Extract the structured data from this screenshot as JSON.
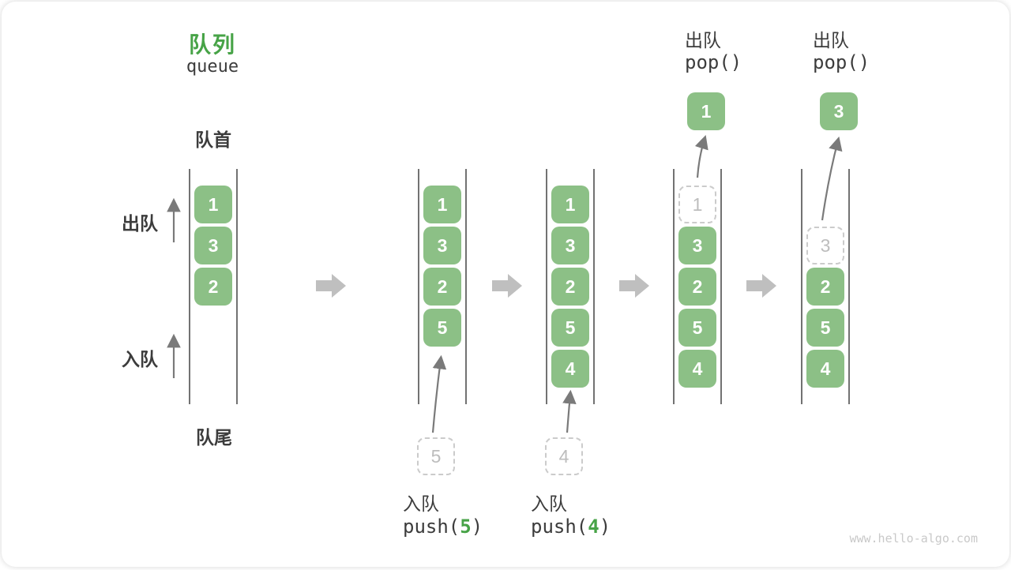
{
  "page": {
    "watermark": "www.hello-algo.com"
  },
  "title": {
    "zh": "队列",
    "en": "queue"
  },
  "side_labels": {
    "front": "队首",
    "rear": "队尾",
    "dequeue": "出队",
    "enqueue": "入队"
  },
  "colors": {
    "box_green": "#8CC086",
    "accent_green": "#47A347",
    "text_dark": "#3C3C3C",
    "column_line": "#4F4F4F",
    "thin_arrow": "#7A7A7A",
    "block_arrow": "#BFBFBF",
    "dashed_border": "#CBCBCB",
    "dashed_text": "#BDBDBD"
  },
  "queue_states": [
    {
      "name": "state-initial",
      "boxes": [
        {
          "row": 0,
          "value": "1",
          "style": "solid"
        },
        {
          "row": 1,
          "value": "3",
          "style": "solid"
        },
        {
          "row": 2,
          "value": "2",
          "style": "solid"
        }
      ]
    },
    {
      "name": "state-after-push-5",
      "boxes": [
        {
          "row": 0,
          "value": "1",
          "style": "solid"
        },
        {
          "row": 1,
          "value": "3",
          "style": "solid"
        },
        {
          "row": 2,
          "value": "2",
          "style": "solid"
        },
        {
          "row": 3,
          "value": "5",
          "style": "solid"
        }
      ],
      "pending_below": "5",
      "caption": {
        "op": "入队",
        "code_pre": "push(",
        "code_arg": "5",
        "code_post": ")"
      }
    },
    {
      "name": "state-after-push-4",
      "boxes": [
        {
          "row": 0,
          "value": "1",
          "style": "solid"
        },
        {
          "row": 1,
          "value": "3",
          "style": "solid"
        },
        {
          "row": 2,
          "value": "2",
          "style": "solid"
        },
        {
          "row": 3,
          "value": "5",
          "style": "solid"
        },
        {
          "row": 4,
          "value": "4",
          "style": "solid"
        }
      ],
      "pending_below": "4",
      "caption": {
        "op": "入队",
        "code_pre": "push(",
        "code_arg": "4",
        "code_post": ")"
      }
    },
    {
      "name": "state-after-pop-1",
      "boxes": [
        {
          "row": 0,
          "value": "1",
          "style": "dashed"
        },
        {
          "row": 1,
          "value": "3",
          "style": "solid"
        },
        {
          "row": 2,
          "value": "2",
          "style": "solid"
        },
        {
          "row": 3,
          "value": "5",
          "style": "solid"
        },
        {
          "row": 4,
          "value": "4",
          "style": "solid"
        }
      ],
      "popped_above": "1",
      "header": {
        "op": "出队",
        "code": "pop()"
      }
    },
    {
      "name": "state-after-pop-3",
      "boxes": [
        {
          "row": 1,
          "value": "3",
          "style": "dashed"
        },
        {
          "row": 2,
          "value": "2",
          "style": "solid"
        },
        {
          "row": 3,
          "value": "5",
          "style": "solid"
        },
        {
          "row": 4,
          "value": "4",
          "style": "solid"
        }
      ],
      "popped_above": "3",
      "header": {
        "op": "出队",
        "code": "pop()"
      }
    }
  ]
}
